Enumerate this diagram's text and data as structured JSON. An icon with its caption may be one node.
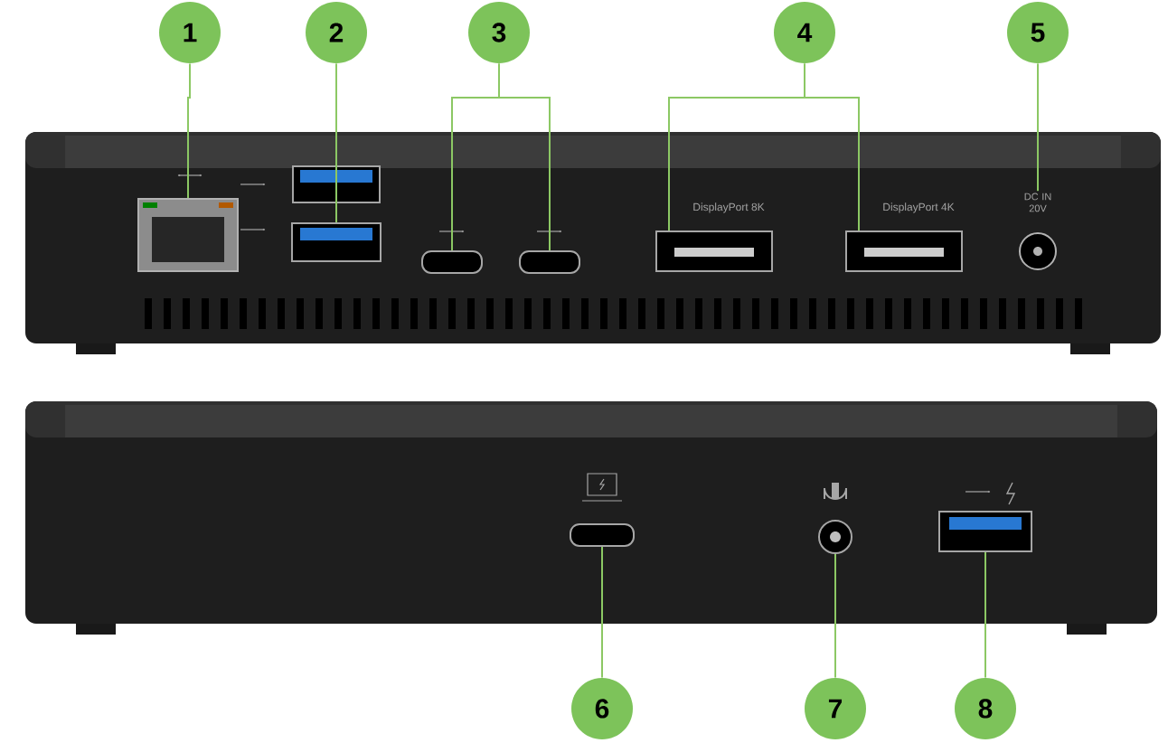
{
  "diagram": {
    "nodes": [
      {
        "text": [
          "1"
        ]
      },
      {
        "text": [
          "2"
        ]
      },
      {
        "text": [
          "3"
        ]
      },
      {
        "text": [
          "4"
        ]
      },
      {
        "text": [
          "5"
        ]
      },
      {
        "text": [],
        "shape": "box"
      },
      {
        "text": [],
        "shape": "box"
      },
      {
        "text": [],
        "shape": "box"
      },
      {
        "text": [],
        "shape": "box"
      },
      {
        "text": [],
        "shape": "box",
        "beside": [
          "DisplayPort 8K"
        ]
      },
      {
        "text": [],
        "shape": "box",
        "beside": [
          "DisplayPort 4K"
        ]
      },
      {
        "text": [
          "DC IN 20V"
        ]
      },
      {
        "text": [],
        "shape": "box"
      },
      {
        "text": [],
        "shape": "circle"
      },
      {
        "text": [],
        "shape": "box"
      },
      {
        "text": [
          "6"
        ]
      },
      {
        "text": [
          "7"
        ]
      },
      {
        "text": [
          "8"
        ]
      }
    ],
    "edges": [
      {
        "from": 0,
        "to": 5,
        "arrow": "none"
      },
      {
        "from": 1,
        "to": 6,
        "arrow": "none"
      },
      {
        "from": 2,
        "to": 7,
        "arrow": "none"
      },
      {
        "from": 2,
        "to": 8,
        "arrow": "none"
      },
      {
        "from": 3,
        "to": 9,
        "arrow": "none"
      },
      {
        "from": 3,
        "to": 10,
        "arrow": "none"
      },
      {
        "from": 4,
        "to": 11,
        "arrow": "none"
      },
      {
        "from": 15,
        "to": 12,
        "arrow": "none"
      },
      {
        "from": 16,
        "to": 13,
        "arrow": "none"
      },
      {
        "from": 17,
        "to": 14,
        "arrow": "none"
      }
    ]
  }
}
